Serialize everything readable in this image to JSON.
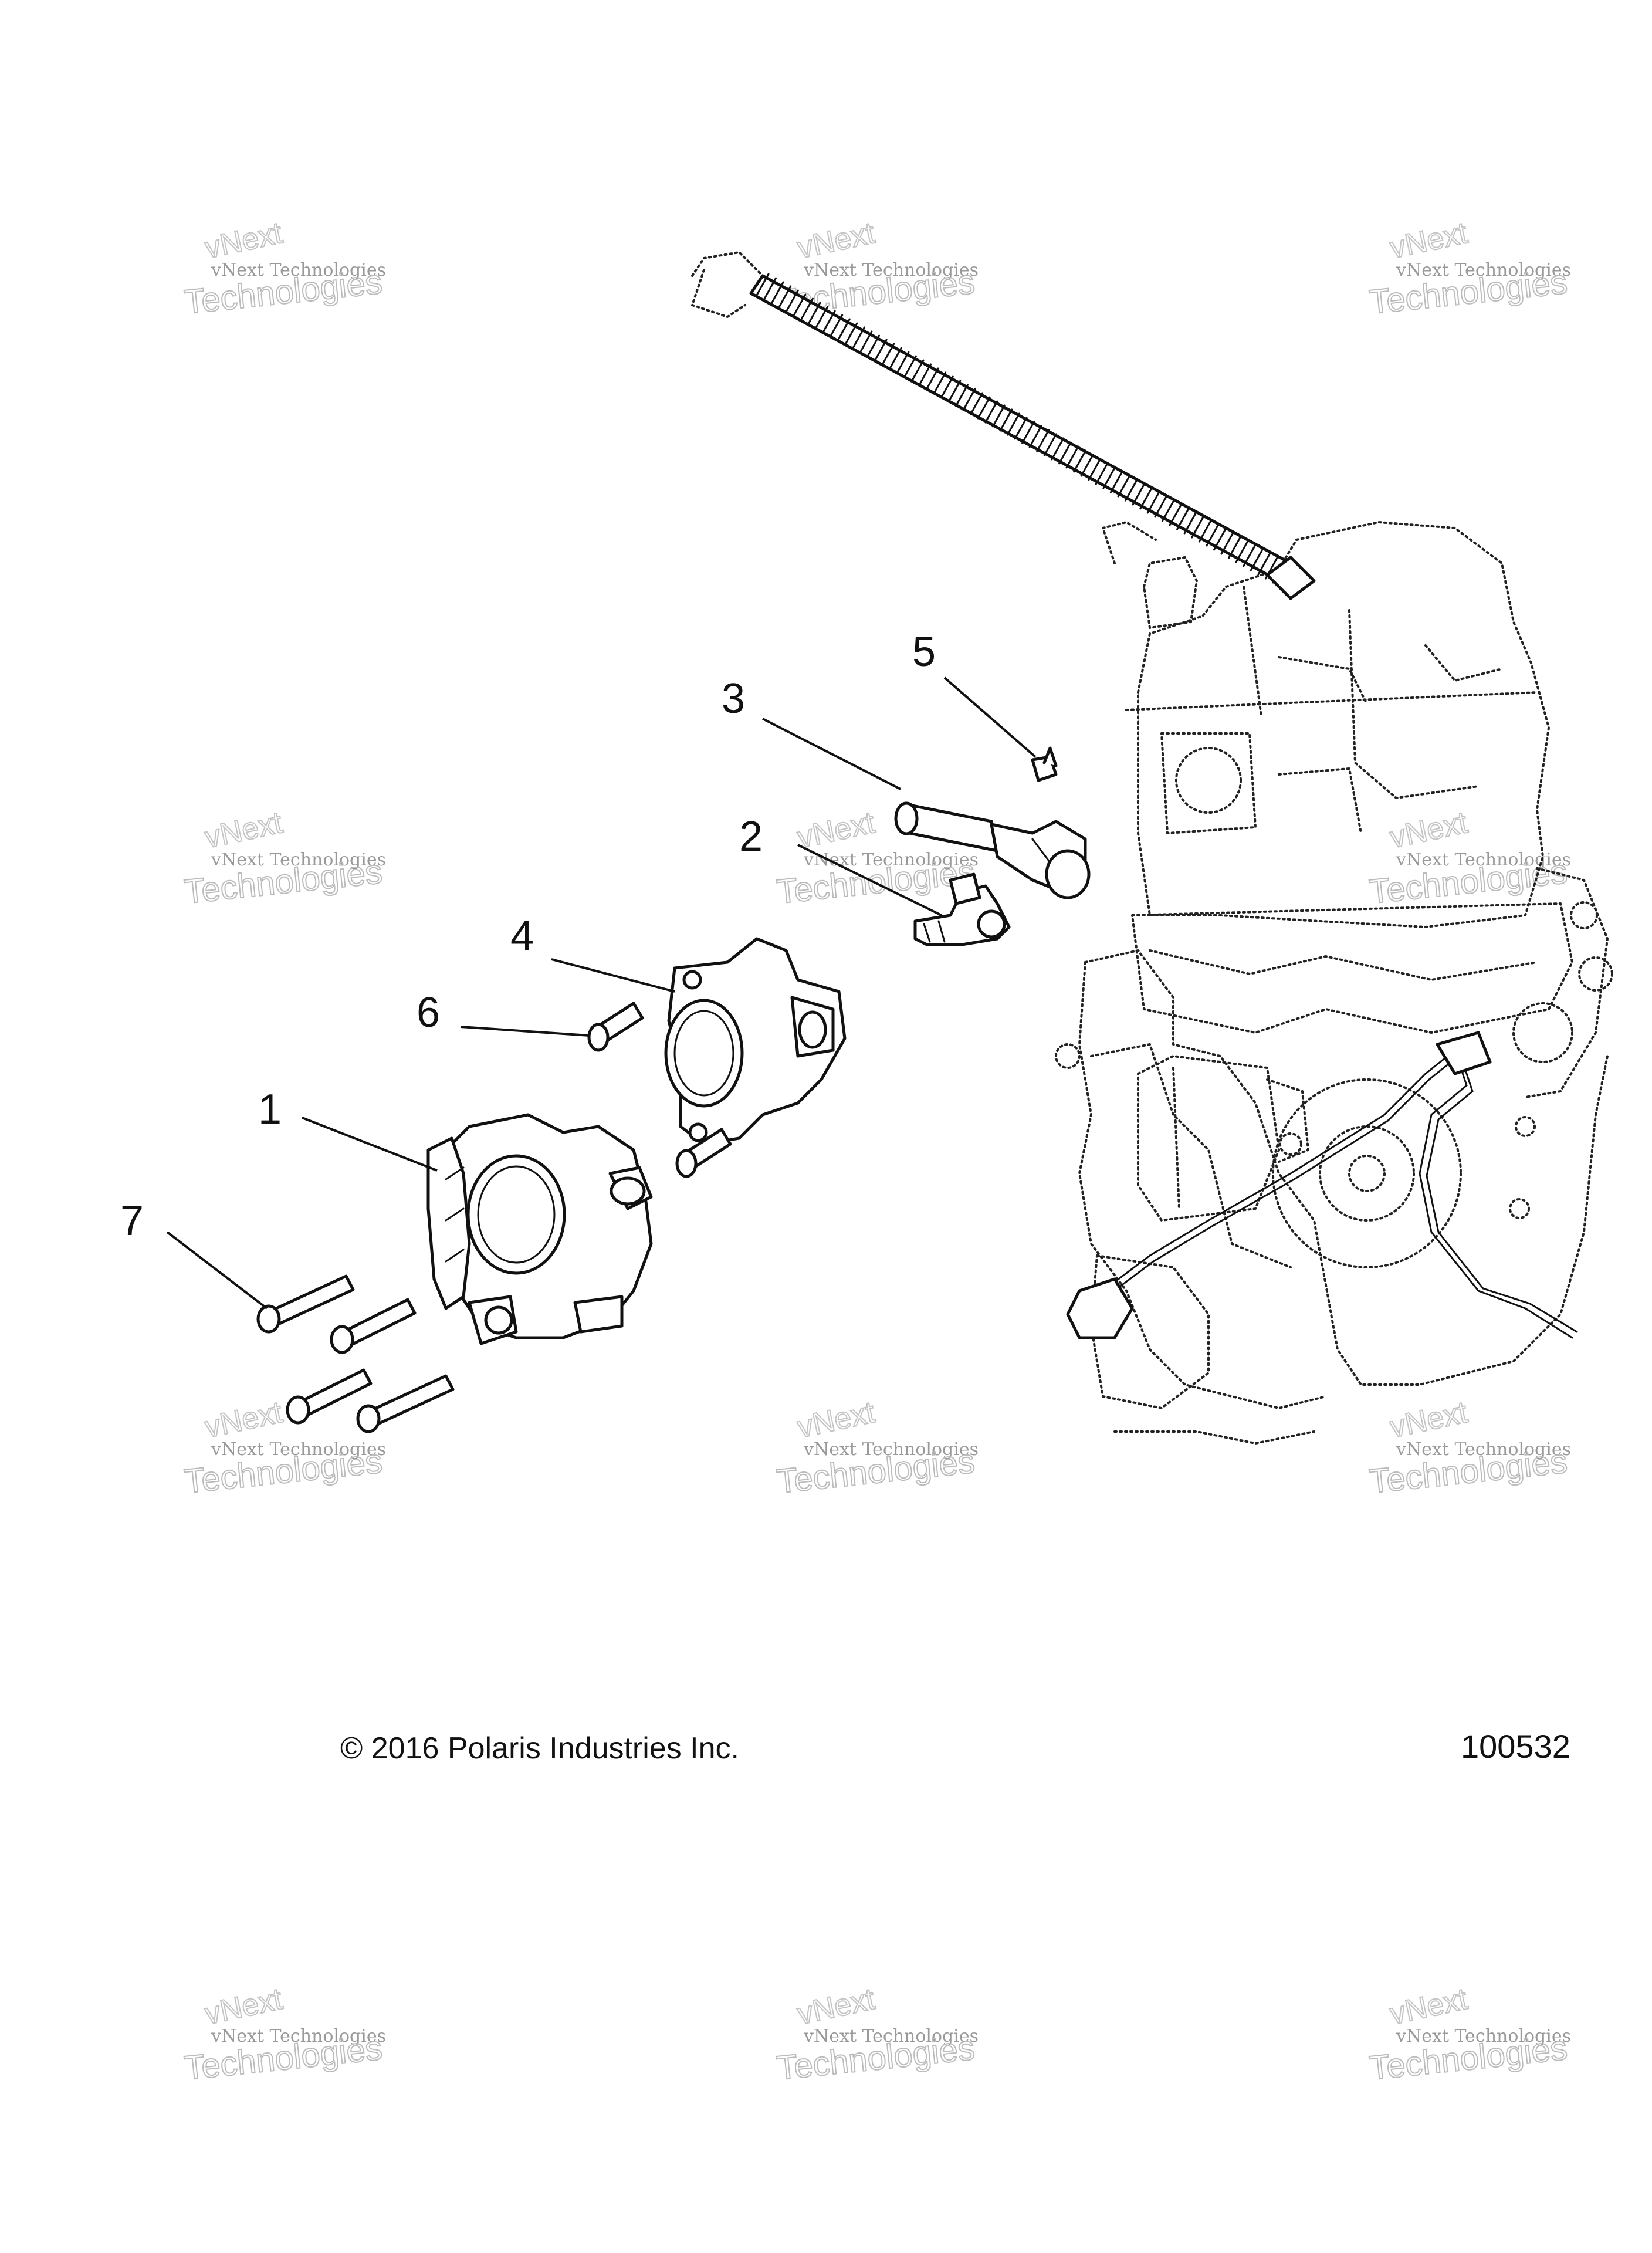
{
  "callouts": [
    {
      "number": "1"
    },
    {
      "number": "2"
    },
    {
      "number": "3"
    },
    {
      "number": "4"
    },
    {
      "number": "5"
    },
    {
      "number": "6"
    },
    {
      "number": "7"
    }
  ],
  "watermark": {
    "top_line": "vNext Technologies",
    "bottom_line": "Technologies",
    "arc_text": "vNext"
  },
  "footer": {
    "copyright": "© 2016 Polaris Industries Inc.",
    "drawing_number": "100532"
  }
}
